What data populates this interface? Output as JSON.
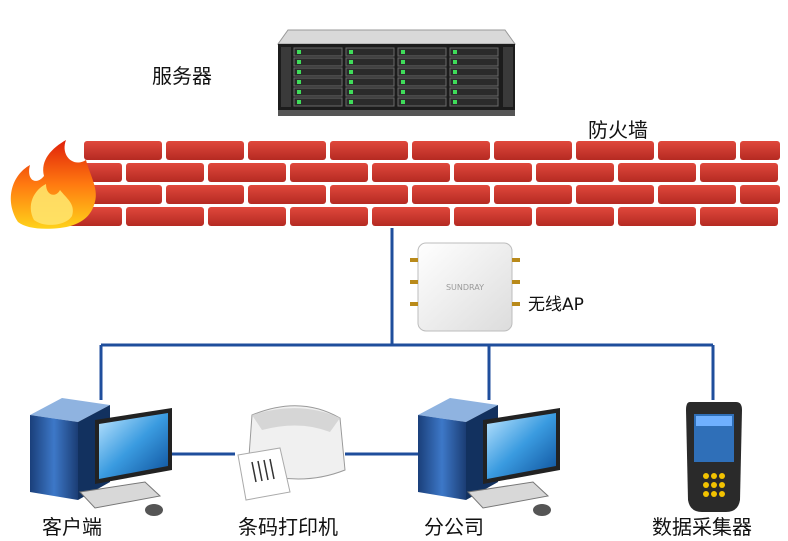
{
  "labels": {
    "server": "服务器",
    "firewall": "防火墙",
    "wireless_ap": "无线AP",
    "ap_brand": "SUNDRAY",
    "client": "客户端",
    "printer": "条码打印机",
    "branch": "分公司",
    "collector": "数据采集器"
  },
  "colors": {
    "network_line": "#1f4e9c",
    "brick": "#c8332a",
    "mortar": "#ffffff"
  }
}
